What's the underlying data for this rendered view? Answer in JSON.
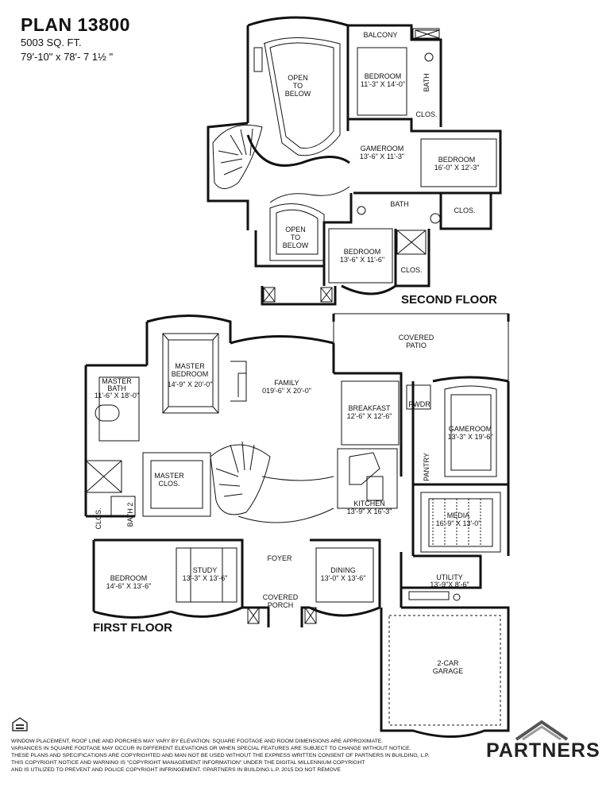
{
  "header": {
    "plan": "PLAN 13800",
    "sqft": "5003 SQ. FT.",
    "dims": "79'-10\" x 78'- 7 1½ \""
  },
  "floors": {
    "second": "SECOND FLOOR",
    "first": "FIRST FLOOR"
  },
  "rooms": {
    "balcony": "BALCONY",
    "open_below_1": [
      "OPEN",
      "TO",
      "BELOW"
    ],
    "open_below_2": [
      "OPEN",
      "TO",
      "BELOW"
    ],
    "bedroom_a": [
      "BEDROOM",
      "11'-3\" X 14'-0\""
    ],
    "bath_a": "BATH",
    "clos_a": "CLOS.",
    "gameroom_up": [
      "GAMEROOM",
      "13'-6\" X 11'-3\""
    ],
    "bedroom_b": [
      "BEDROOM",
      "16'-0\" X 12'-3\""
    ],
    "bath_b": "BATH",
    "clos_b": "CLOS.",
    "bedroom_c": [
      "BEDROOM",
      "13'-6\" X 11'-6\""
    ],
    "clos_c": "CLOS.",
    "covered_patio": [
      "COVERED",
      "PATIO"
    ],
    "master_bedroom": [
      "MASTER",
      "BEDROOM",
      "14'-9\" X 20'-0\""
    ],
    "master_bath": [
      "MASTER",
      "BATH",
      "11'-6\" X 18'-0\""
    ],
    "family": [
      "FAMILY",
      "019'-6\" X 20'-0\""
    ],
    "breakfast": [
      "BREAKFAST",
      "12'-6\" X 12'-6\""
    ],
    "pwdr": "PWDR",
    "gameroom_down": [
      "GAMEROOM",
      "13'-3\" X 19'-6\""
    ],
    "master_clos": [
      "MASTER",
      "CLOS."
    ],
    "pantry": "PANTRY",
    "kitchen": [
      "KITCHEN",
      "13'-9\" X 16'-3\""
    ],
    "media": [
      "MEDIA",
      "16'-9\" X 13'-0\""
    ],
    "clos_d": "CLOS.",
    "bath_2": "BATH 2",
    "foyer": "FOYER",
    "bedroom_d": [
      "BEDROOM",
      "14'-6\" X 13'-6\""
    ],
    "study": [
      "STUDY",
      "13'-3\" X 13'-6\""
    ],
    "dining": [
      "DINING",
      "13'-0\" X 13'-6\""
    ],
    "utility": [
      "UTILITY",
      "13'-9\"X 8'-6\""
    ],
    "covered_porch": [
      "COVERED",
      "PORCH"
    ],
    "garage": [
      "2-CAR",
      "GARAGE"
    ]
  },
  "disclaimer": [
    "WINDOW PLACEMENT, ROOF LINE AND PORCHES MAY VARY BY ELEVATION.  SQUARE FOOTAGE AND ROOM DIMENSIONS ARE APPROXIMATE.",
    "VARIANCES IN SQUARE FOOTAGE MAY OCCUR IN DIFFERENT ELEVATIONS OR  WHEN SPECIAL FEATURES ARE SUBJECT TO CHANGE WITHOUT NOTICE.",
    "THESE PLANS AND SPECIFICATIONS ARE COPYRIGHTED AND MAN NOT BE USED WITHOUT THE EXPRESS WRITTEN CONSENT OF PARTNERS IN BUILDING, L.P.",
    "THIS COPYRIGHT NOTICE AND WARNING IS \"COPYRIGHT MANAGEMENT INFORMATION\" UNDER THE DIGITAL MILLENNIUM COPYRIGHT",
    "AND IS UTILIZED TO PREVENT AND POLICE COPYRIGHT INFRINGEMENT. ©PARTNERS IN BUILDING L.P.      2015   DO NOT REMOVE"
  ],
  "brand": {
    "name": "PARTNERS",
    "color": "#2a2a2a"
  }
}
